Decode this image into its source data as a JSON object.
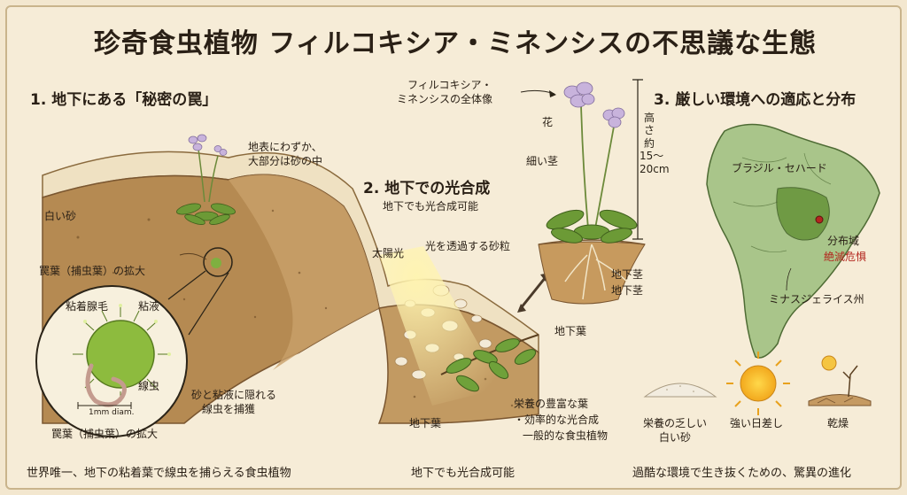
{
  "title": "珍奇食虫植物 フィルコキシア・ミネンシスの不思議な生態",
  "section1": {
    "title": "1. 地下にある「秘密の罠」",
    "labels": {
      "surface": "地表にわずか、",
      "surface2": "大部分は砂の中",
      "white_sand": "白い砂",
      "trap_leaf_zoom": "罠葉（捕虫葉）の拡大",
      "sticky_hair": "粘着腺毛",
      "mucus": "粘液",
      "nematode": "線虫",
      "scale": "1mm diam.",
      "capture1": "砂と粘液に隠れる",
      "capture2": "線虫を捕獲",
      "trap_leaf_zoom2": "罠葉（捕虫葉）の拡大"
    },
    "bottom": "世界唯一、地下の粘着葉で線虫を捕らえる食虫植物"
  },
  "section2": {
    "title": "2. 地下での光合成",
    "subtitle": "地下でも光合成可能",
    "labels": {
      "sunlight": "太陽光",
      "grains": "光を透過する砂粒",
      "underground_leaf_right": "地下葉",
      "underground_leaf_left": "地下葉",
      "nutri1": "栄養の豊富な葉",
      "nutri2": "・効率的な光合成",
      "nutri3": "一般的な食虫植物"
    },
    "bottom": "地下でも光合成可能"
  },
  "plant": {
    "whole1": "フィルコキシア・",
    "whole2": "ミネンシスの全体像",
    "flower": "花",
    "stem": "細い茎",
    "height": "高さ約15〜20cm",
    "rhizome1": "地下茎",
    "rhizome2": "地下茎"
  },
  "section3": {
    "title": "3. 厳しい環境への適応と分布",
    "labels": {
      "cerrado": "ブラジル・セハード",
      "range": "分布域",
      "endangered": "絶滅危惧",
      "state": "ミナスジェライス州",
      "poor_sand1": "栄養の乏しい",
      "poor_sand2": "白い砂",
      "sun": "強い日差し",
      "dry": "乾燥"
    },
    "bottom": "過酷な環境で生き抜くための、驚異の進化"
  },
  "colors": {
    "background": "#f6ecd7",
    "sand": "#efe1c2",
    "soil": "#a4773f",
    "leaf": "#6c9a36",
    "map_land": "#a9c58a",
    "endangered": "#b3261e"
  }
}
